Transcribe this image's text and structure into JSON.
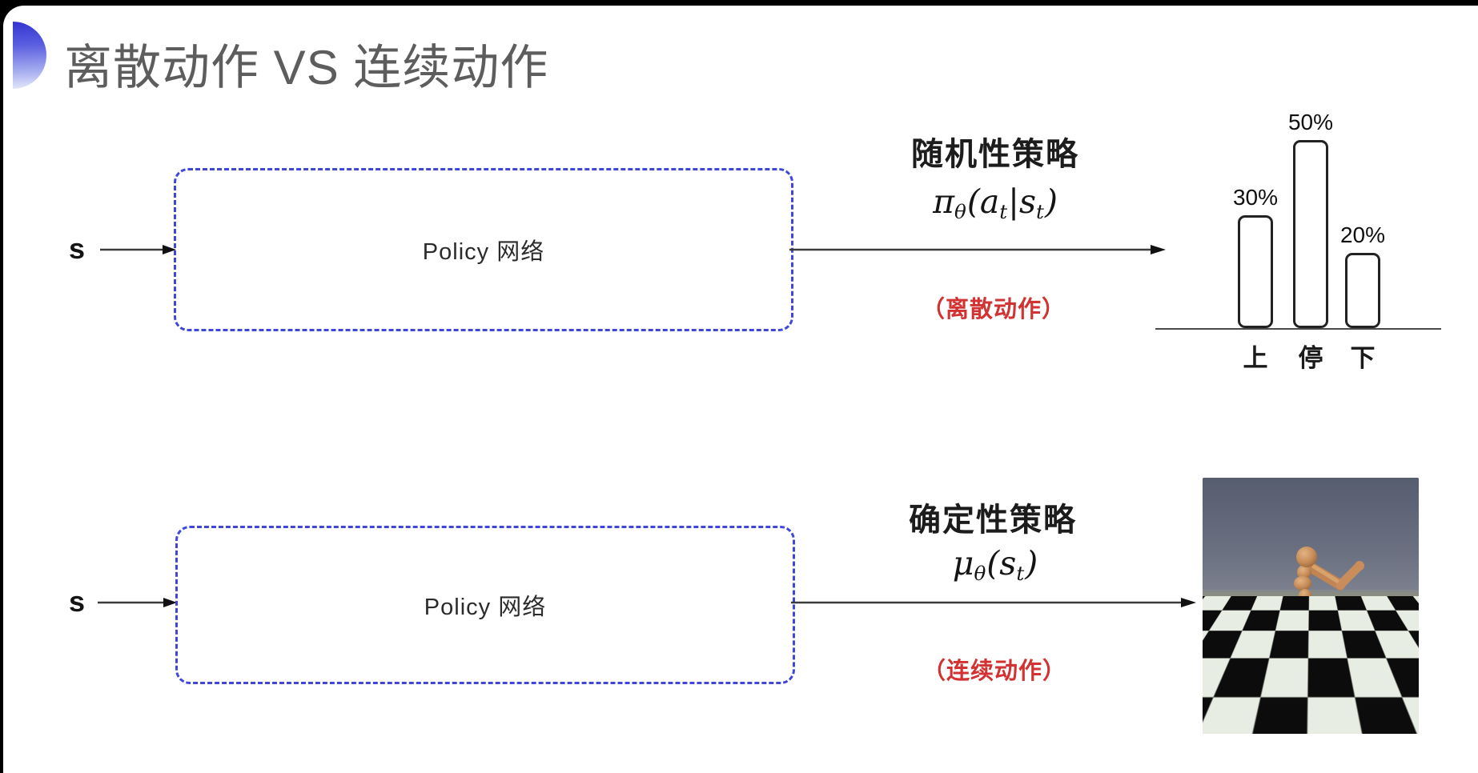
{
  "colors": {
    "accent_blue": "#3f48d6",
    "note_red": "#d23232",
    "title_gray": "#5d5d5d",
    "text_dark": "#1c1c1c",
    "bar_fill": "#ffffff",
    "bar_border": "#222222",
    "sky_top": "#565d6f",
    "sky_bottom": "#7e8290",
    "floor_light": "#e7ede2",
    "floor_dark": "#0c0c0c",
    "robot_tan": "#c08455"
  },
  "title": "离散动作 VS 连续动作",
  "row1": {
    "input_label": "s",
    "box_label": "Policy 网络",
    "policy_title": "随机性策略",
    "formula": [
      {
        "t": "π",
        "sub": false
      },
      {
        "t": "θ",
        "sub": true
      },
      {
        "t": "(",
        "sub": false
      },
      {
        "t": "a",
        "sub": false
      },
      {
        "t": "t",
        "sub": true
      },
      {
        "t": "|",
        "sub": false
      },
      {
        "t": "s",
        "sub": false
      },
      {
        "t": "t",
        "sub": true
      },
      {
        "t": ")",
        "sub": false
      }
    ],
    "note": "（离散动作）"
  },
  "row2": {
    "input_label": "s",
    "box_label": "Policy 网络",
    "policy_title": "确定性策略",
    "formula": [
      {
        "t": "μ",
        "sub": false
      },
      {
        "t": "θ",
        "sub": true
      },
      {
        "t": "(",
        "sub": false
      },
      {
        "t": "s",
        "sub": false
      },
      {
        "t": "t",
        "sub": true
      },
      {
        "t": ")",
        "sub": false
      }
    ],
    "note": "（连续动作）"
  },
  "chart_data": {
    "type": "bar",
    "categories": [
      "上",
      "停",
      "下"
    ],
    "values": [
      30,
      50,
      20
    ],
    "value_labels": [
      "30%",
      "50%",
      "20%"
    ],
    "title": "",
    "xlabel": "",
    "ylabel": "",
    "ylim": [
      0,
      55
    ],
    "grid": false,
    "legend": false
  },
  "robot_scene": {
    "icon": "humanoid-simulation-image"
  }
}
